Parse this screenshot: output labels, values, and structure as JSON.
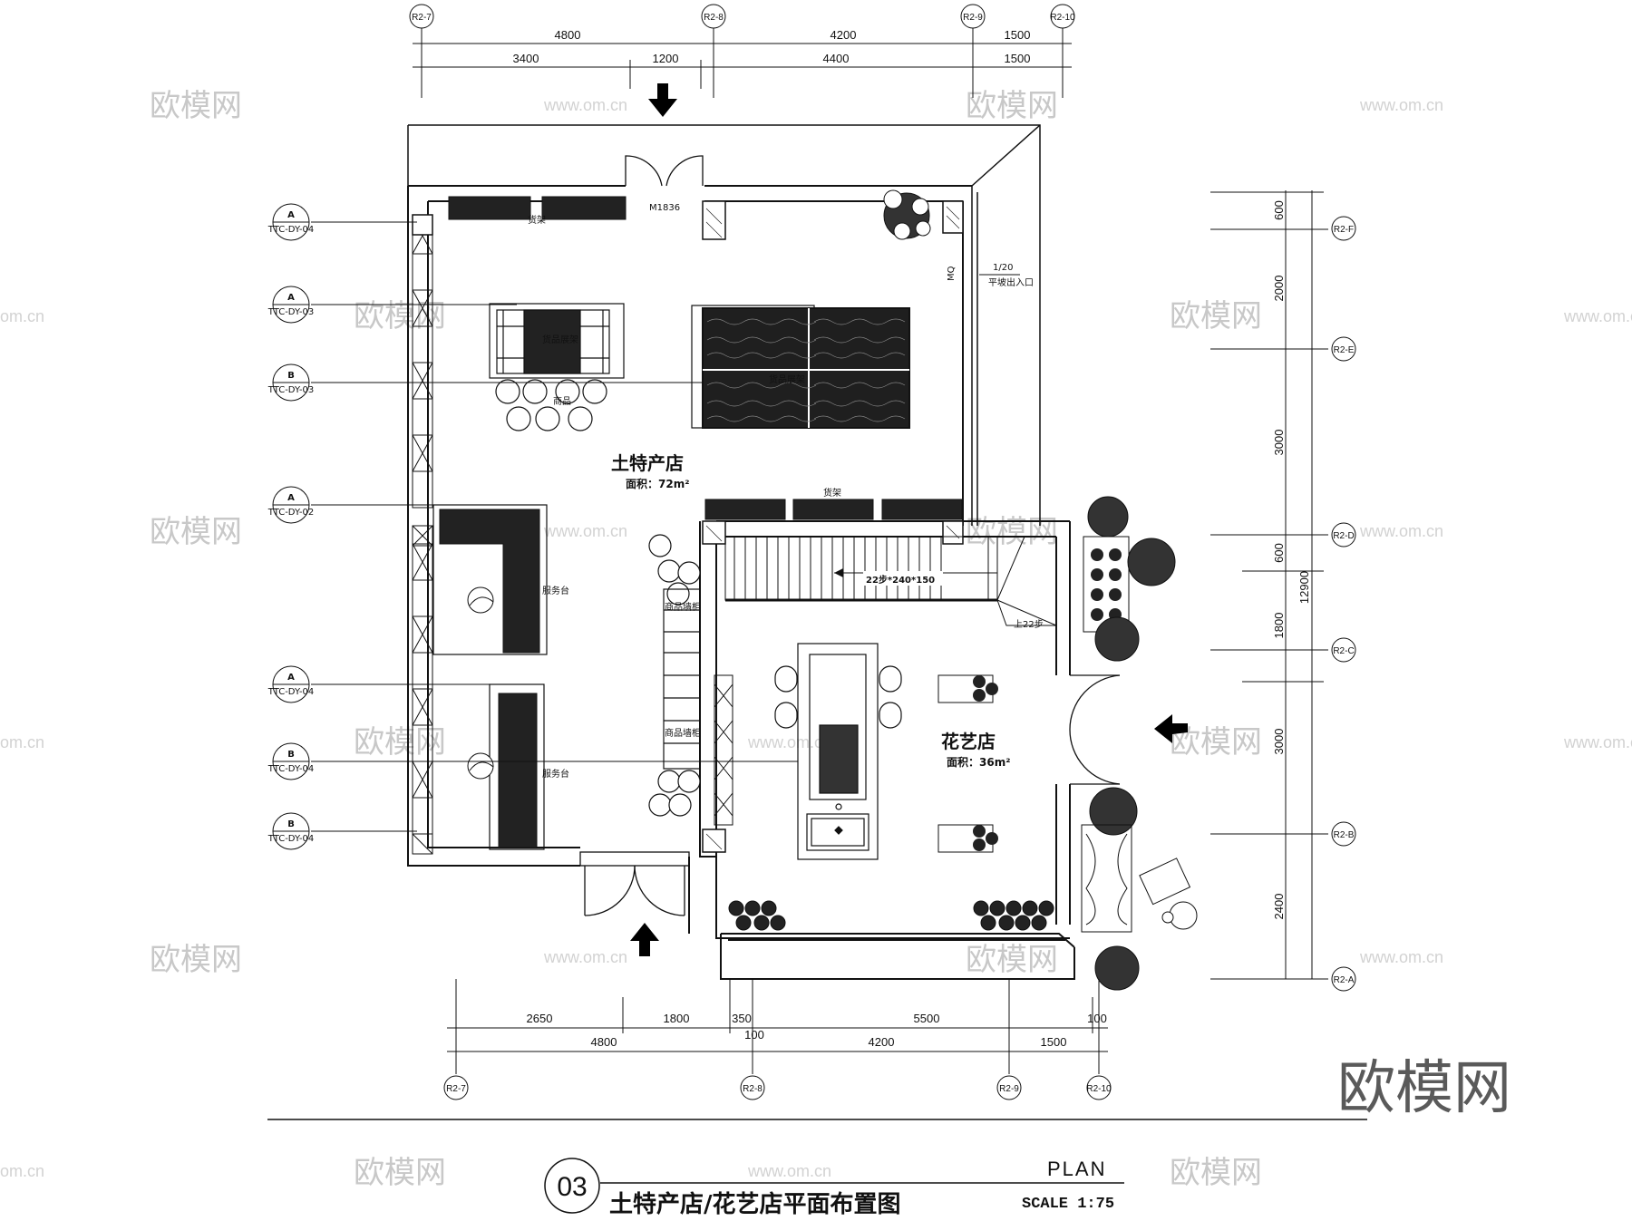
{
  "drawing": {
    "number": "03",
    "title": "土特产店/花艺店平面布置图",
    "plan_label": "PLAN",
    "scale": "SCALE 1:75"
  },
  "axes": {
    "top": [
      "R2-7",
      "R2-8",
      "R2-9",
      "R2-10"
    ],
    "bottom": [
      "R2-7",
      "R2-8",
      "R2-9",
      "R2-10"
    ],
    "right": [
      "R2-F",
      "R2-E",
      "R2-D",
      "R2-C",
      "R2-B",
      "R2-A"
    ]
  },
  "dims": {
    "top_row1": [
      "4800",
      "4200",
      "1500"
    ],
    "top_row2": [
      "3400",
      "1200",
      "4400",
      "1500"
    ],
    "bottom_row1": [
      "2650",
      "1800",
      "350",
      "5500",
      "100"
    ],
    "bottom_row1b": [
      "100"
    ],
    "bottom_row2": [
      "4800",
      "4200",
      "1500"
    ],
    "right_row1": [
      "600",
      "2000",
      "3000",
      "600",
      "1800",
      "3000",
      "2400"
    ],
    "right_total": "12900"
  },
  "rooms": {
    "specialty": {
      "name": "土特产店",
      "area": "面积：72m²"
    },
    "florist": {
      "name": "花艺店",
      "area": "面积：36m²"
    }
  },
  "labels": {
    "door_main": "M1836",
    "shelf_1": "货架",
    "shelf_2": "货架",
    "rack_center": "货品展架",
    "display_zone": "商品",
    "service_1": "服务台",
    "service_2": "服务台",
    "wall_cabinet_1": "商品墙柜",
    "wall_cabinet_2": "商品墙柜",
    "stairs": "22步*240*150",
    "stairs_up": "上22步",
    "ramp_slope": "1/20",
    "ramp_note": "平坡出入口",
    "mq": "MQ"
  },
  "section_marks": [
    {
      "letter": "A",
      "ref": "TTC-DY-04"
    },
    {
      "letter": "A",
      "ref": "TTC-DY-03"
    },
    {
      "letter": "B",
      "ref": "TTC-DY-03"
    },
    {
      "letter": "A",
      "ref": "TTC-DY-02"
    },
    {
      "letter": "A",
      "ref": "TTC-DY-04"
    },
    {
      "letter": "B",
      "ref": "TTC-DY-04"
    },
    {
      "letter": "B",
      "ref": "TTC-DY-04"
    }
  ],
  "watermarks": {
    "brand": "欧模网",
    "url": "www.om.cn",
    "url_short": "om.cn"
  }
}
